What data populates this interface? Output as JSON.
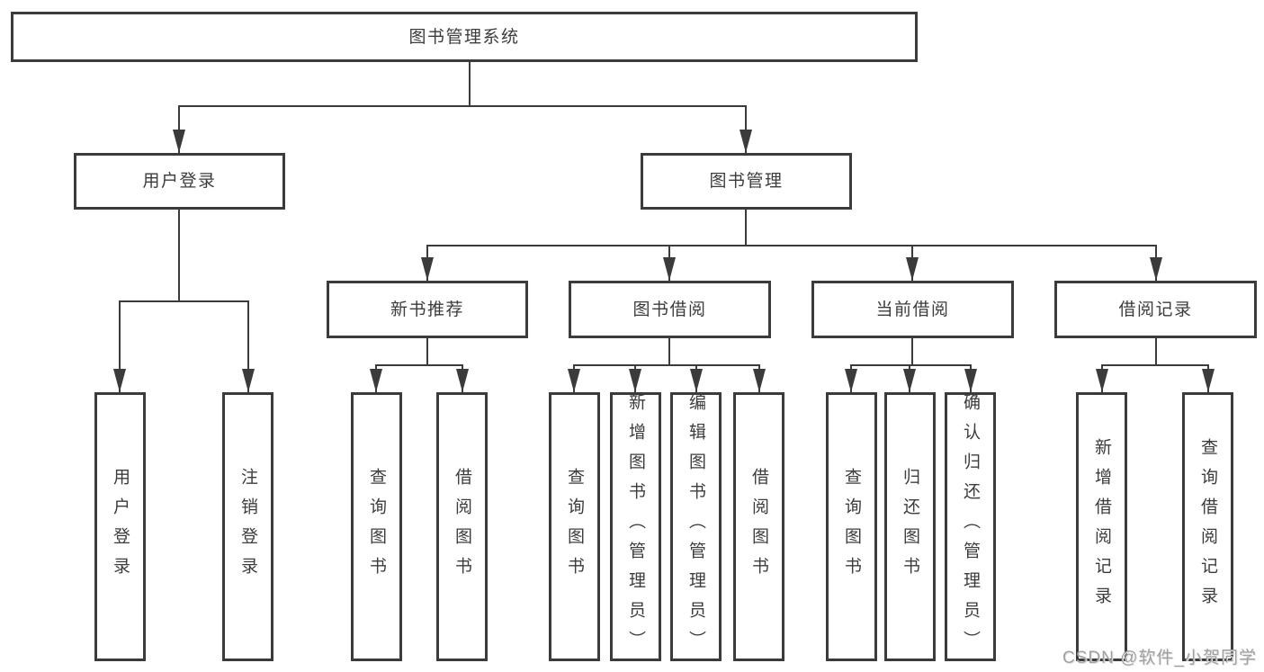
{
  "tree": {
    "root": "图书管理系统",
    "branches": [
      {
        "label": "用户登录",
        "leaves": [
          "用户登录",
          "注销登录"
        ]
      },
      {
        "label": "图书管理",
        "groups": [
          {
            "label": "新书推荐",
            "leaves": [
              "查询图书",
              "借阅图书"
            ]
          },
          {
            "label": "图书借阅",
            "leaves": [
              "查询图书",
              "新增图书（管理员）",
              "编辑图书（管理员）",
              "借阅图书"
            ]
          },
          {
            "label": "当前借阅",
            "leaves": [
              "查询图书",
              "归还图书",
              "确认归还（管理员）"
            ]
          },
          {
            "label": "借阅记录",
            "leaves": [
              "新增借阅记录",
              "查询借阅记录"
            ]
          }
        ]
      }
    ]
  },
  "watermark": {
    "text": "CSDN @软件_小贺同学"
  },
  "colors": {
    "line": "#3b3b3b",
    "text": "#3c3c3c",
    "watermark": "#a0a0a0",
    "background": "#ffffff"
  }
}
